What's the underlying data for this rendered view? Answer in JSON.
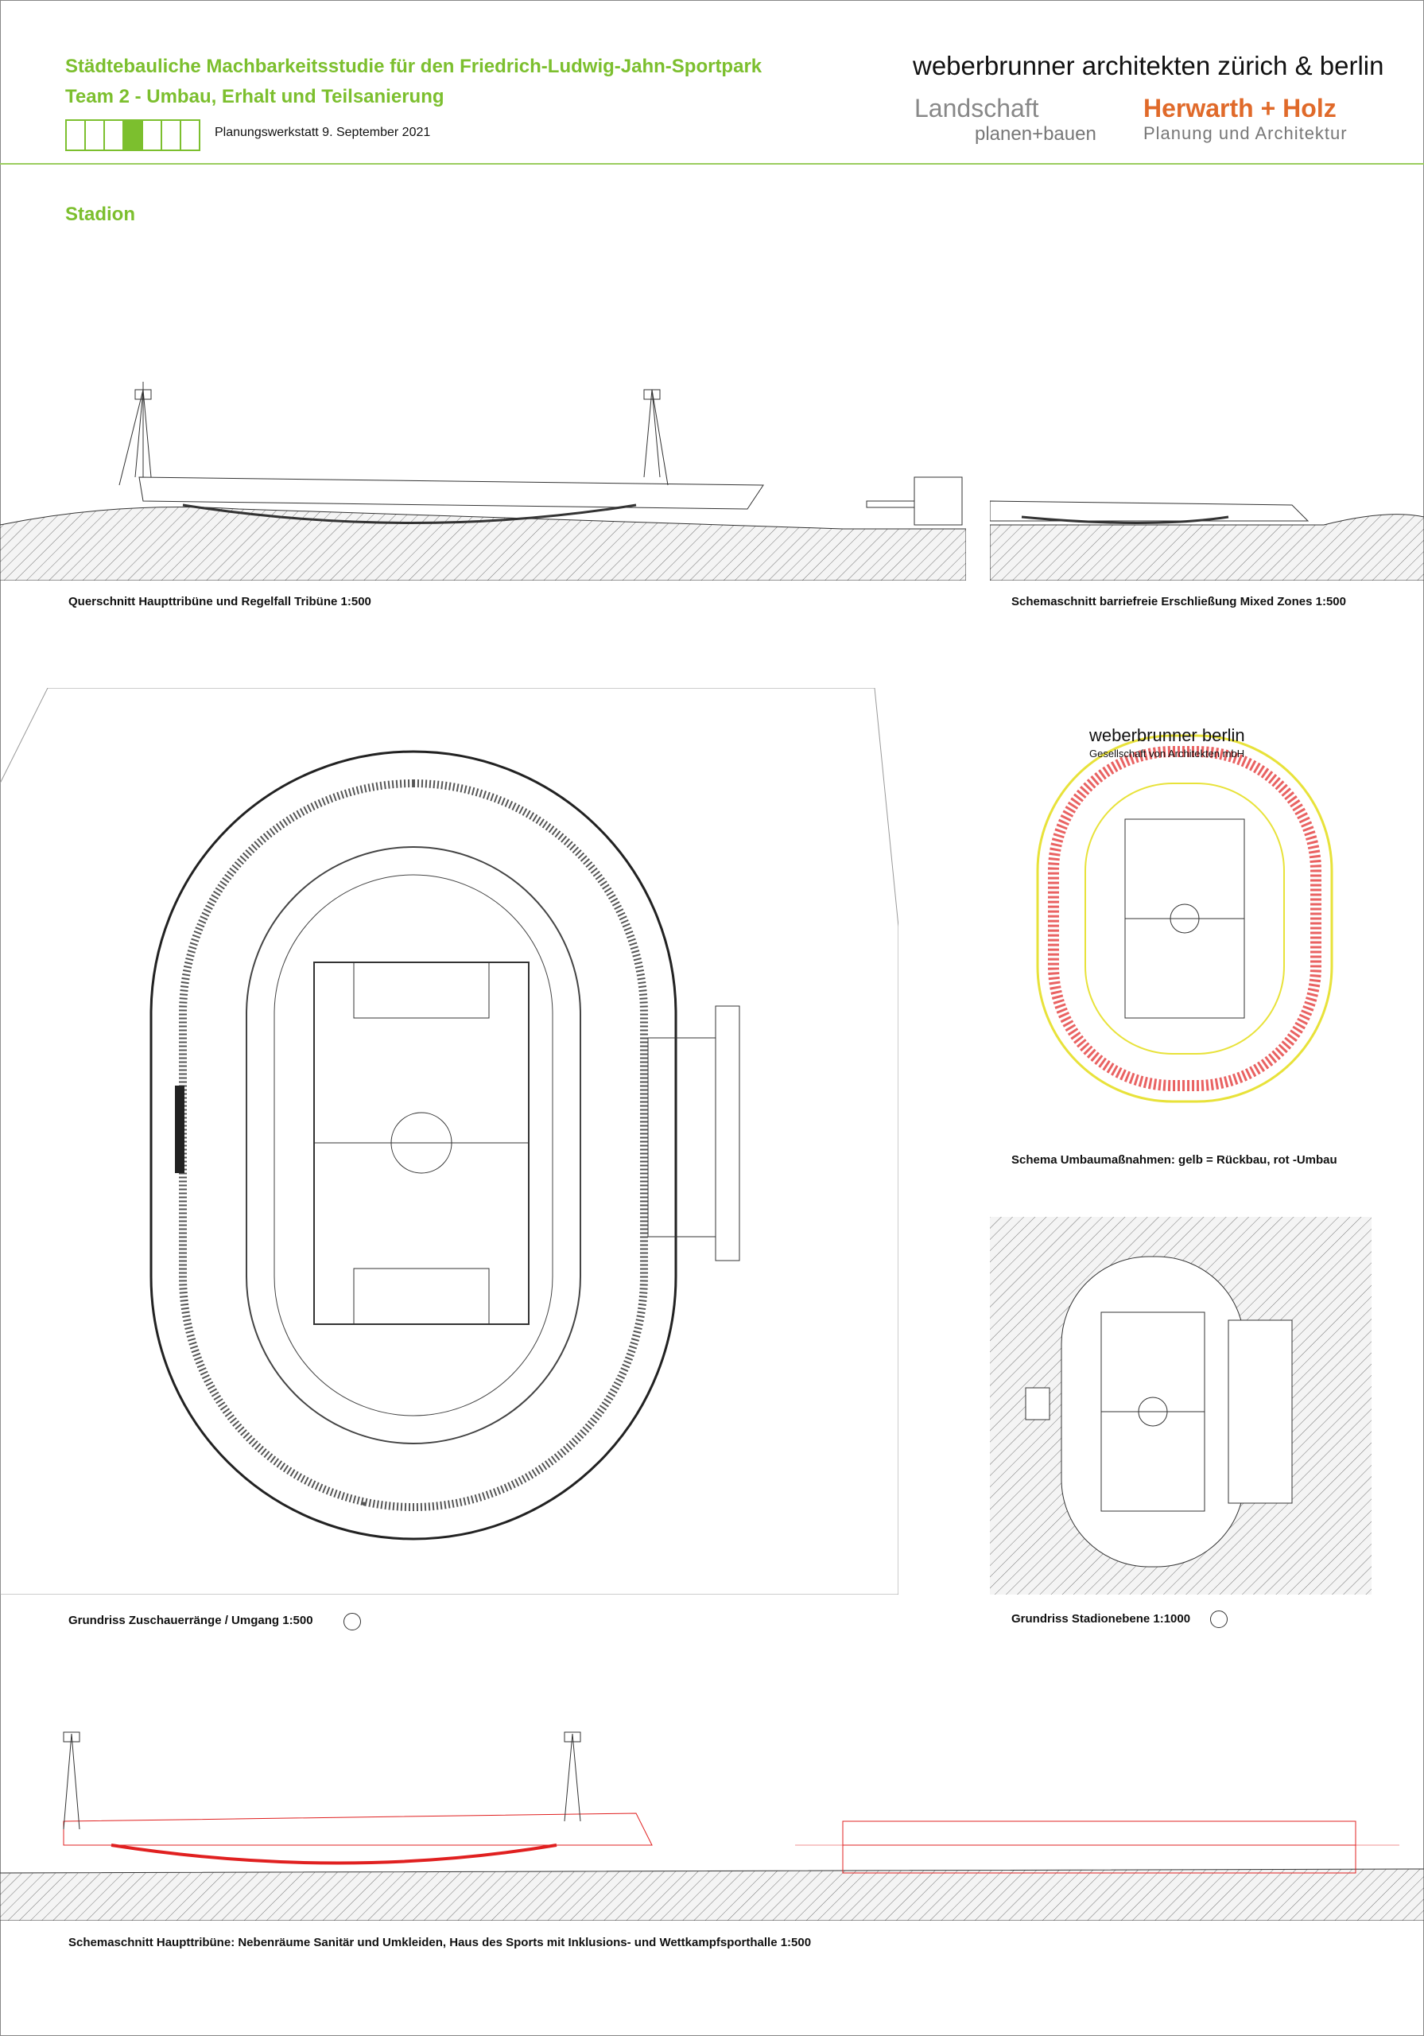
{
  "header": {
    "title": "Städtebauliche Machbarkeitsstudie für den Friedrich-Ludwig-Jahn-Sportpark",
    "subtitle": "Team 2 - Umbau, Erhalt und Teilsanierung",
    "progress": {
      "total_steps": 7,
      "active_step": 4
    },
    "date": "Planungswerkstatt 9. September 2021",
    "firm": "weberbrunner architekten zürich & berlin",
    "partner1_line1": "Landschaft",
    "partner1_line2": "planen+bauen",
    "partner2_line1": "Herwarth + Holz",
    "partner2_line2": "Planung und Architektur"
  },
  "section_title": "Stadion",
  "captions": {
    "cross_section": "Querschnitt Haupttribüne und Regelfall Tribüne 1:500",
    "schema_section": "Schemaschnitt barriefreie Erschließung Mixed Zones 1:500",
    "plan_main": "Grundriss Zuschauerränge / Umgang 1:500",
    "schema_umbau": "Schema Umbaumaßnahmen: gelb = Rückbau, rot -Umbau",
    "plan_level": "Grundriss Stadionebene 1:1000",
    "bottom_section": "Schemaschnitt Haupttribüne: Nebenräume Sanitär und Umkleiden, Haus des Sports mit Inklusions- und Wettkampfsporthalle  1:500"
  },
  "stamp": {
    "line1": "weberbrunner berlin",
    "line2": "Gesellschaft von Architekten mbH"
  },
  "colors": {
    "accent": "#7cbf2e",
    "orange": "#e06a2a",
    "rueckbau": "#e8e23a",
    "umbau": "#e02020"
  }
}
